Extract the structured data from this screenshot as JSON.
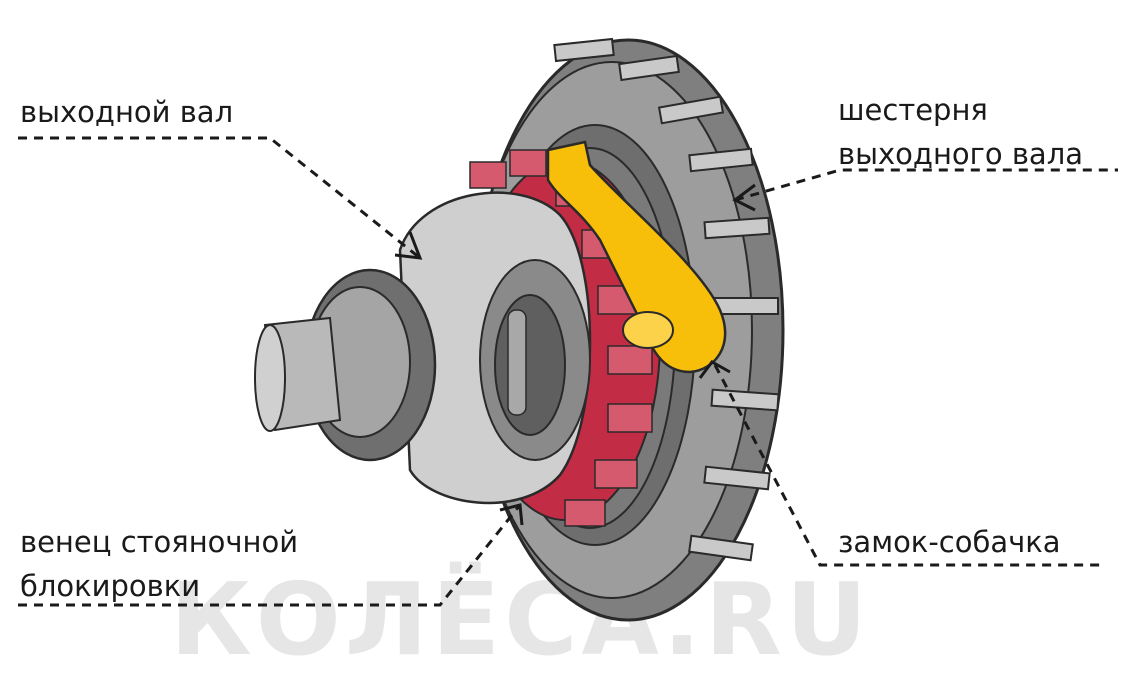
{
  "labels": {
    "output_shaft": "выходной вал",
    "output_gear_line1": "шестерня",
    "output_gear_line2": "выходного вала",
    "parking_ring_line1": "венец стояночной",
    "parking_ring_line2": "блокировки",
    "pawl": "замок-собачка"
  },
  "watermark": "КОЛЁСА.RU",
  "colors": {
    "gear_gray": "#8f8f8f",
    "ring_red": "#b0203a",
    "pawl_yellow": "#f7bf0a",
    "hub_light": "#cfcfcf"
  }
}
